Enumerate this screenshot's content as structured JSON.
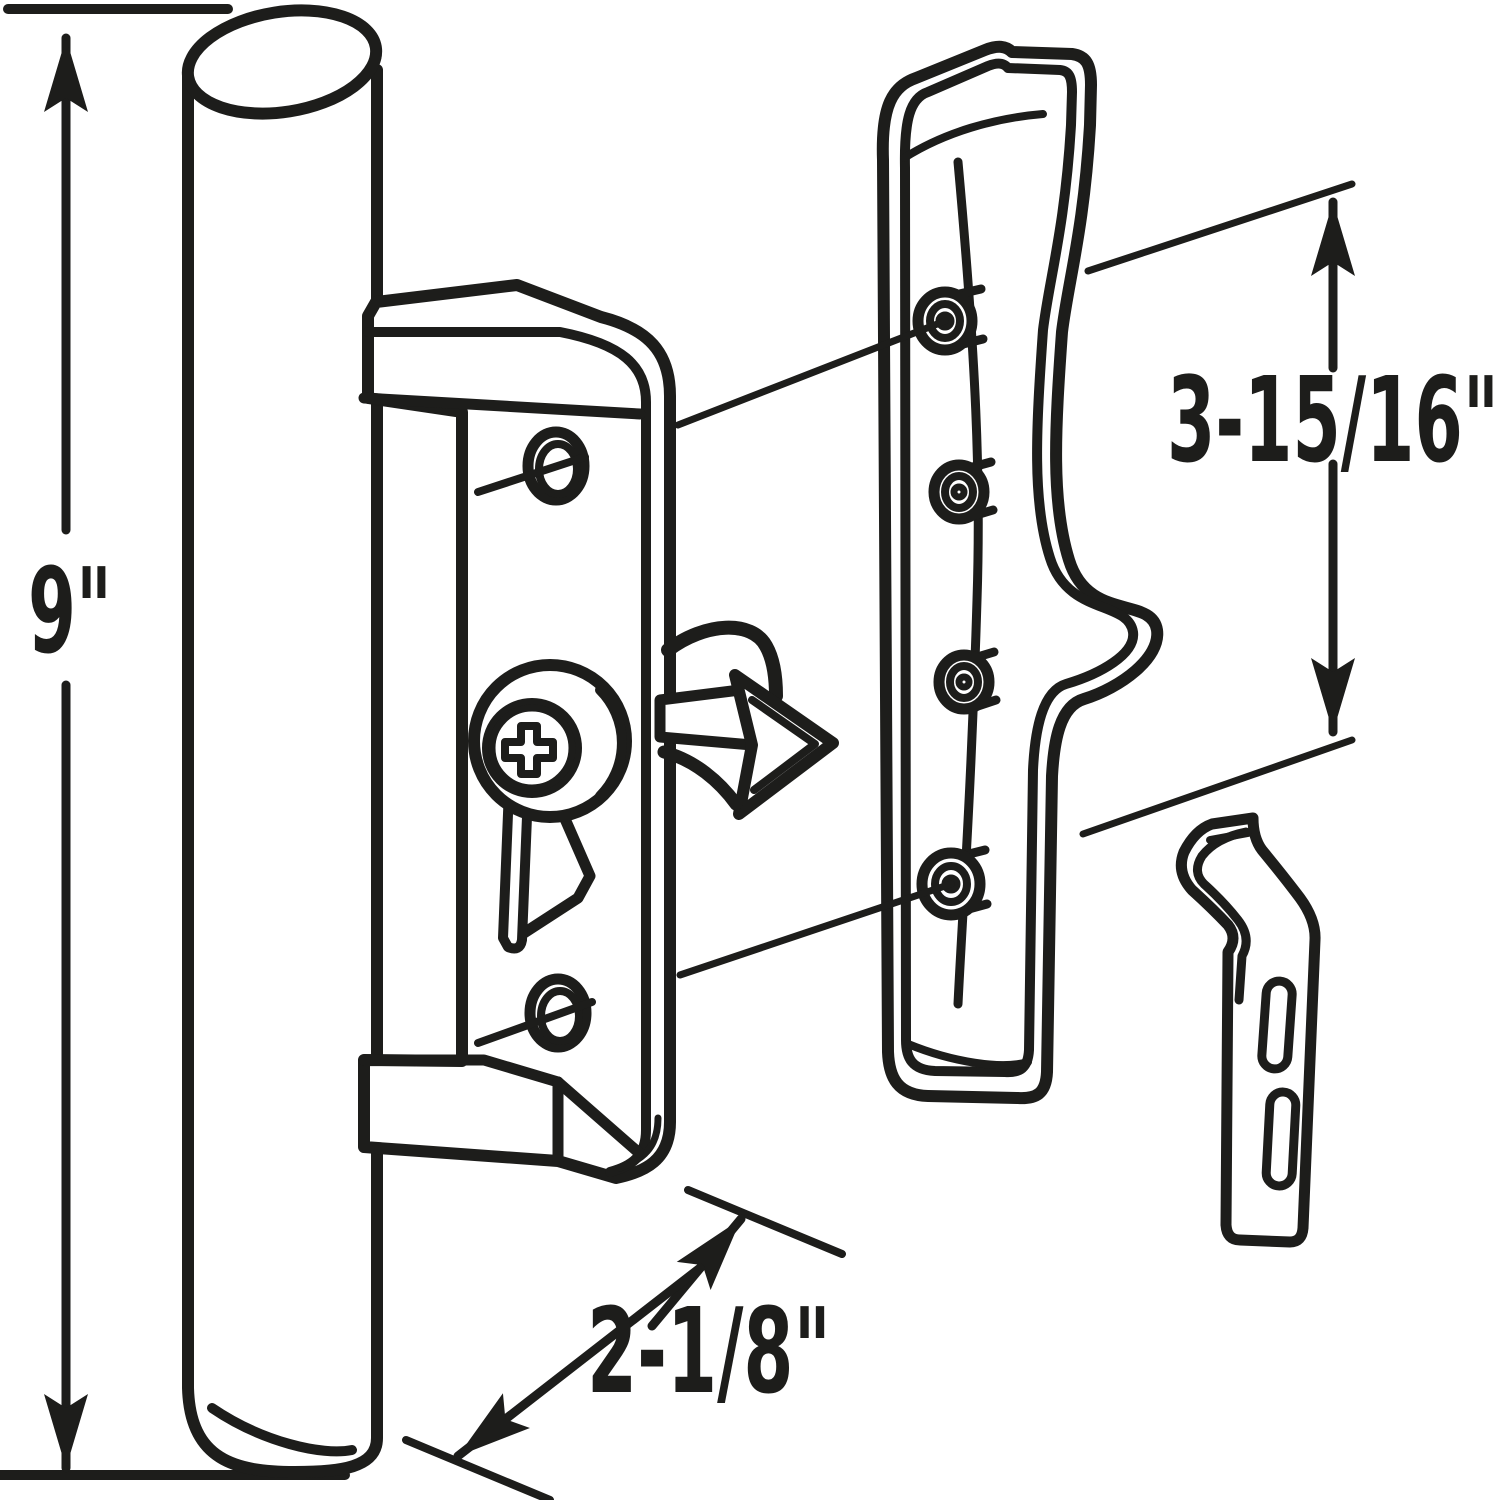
{
  "diagram": {
    "type": "product-technical-line-drawing",
    "subject": "sliding glass door handle set exploded view",
    "background_color": "#ffffff",
    "line_color": "#1d1d1b",
    "parts": {
      "tube_handle": "interior wooden pull tube",
      "interior_plate": "inside mounting plate with lock thumbturn and screws",
      "latch_hook": "latch bolt shown as 3D arrow pointing right",
      "exterior_handle": "outside pull with four screw bosses",
      "keeper_bracket": "hook-shaped latch keeper with two slots"
    },
    "dimensions": {
      "height_label": "9\"",
      "hole_spacing_label": "3-15/16\"",
      "offset_label": "2-1/8\""
    }
  }
}
